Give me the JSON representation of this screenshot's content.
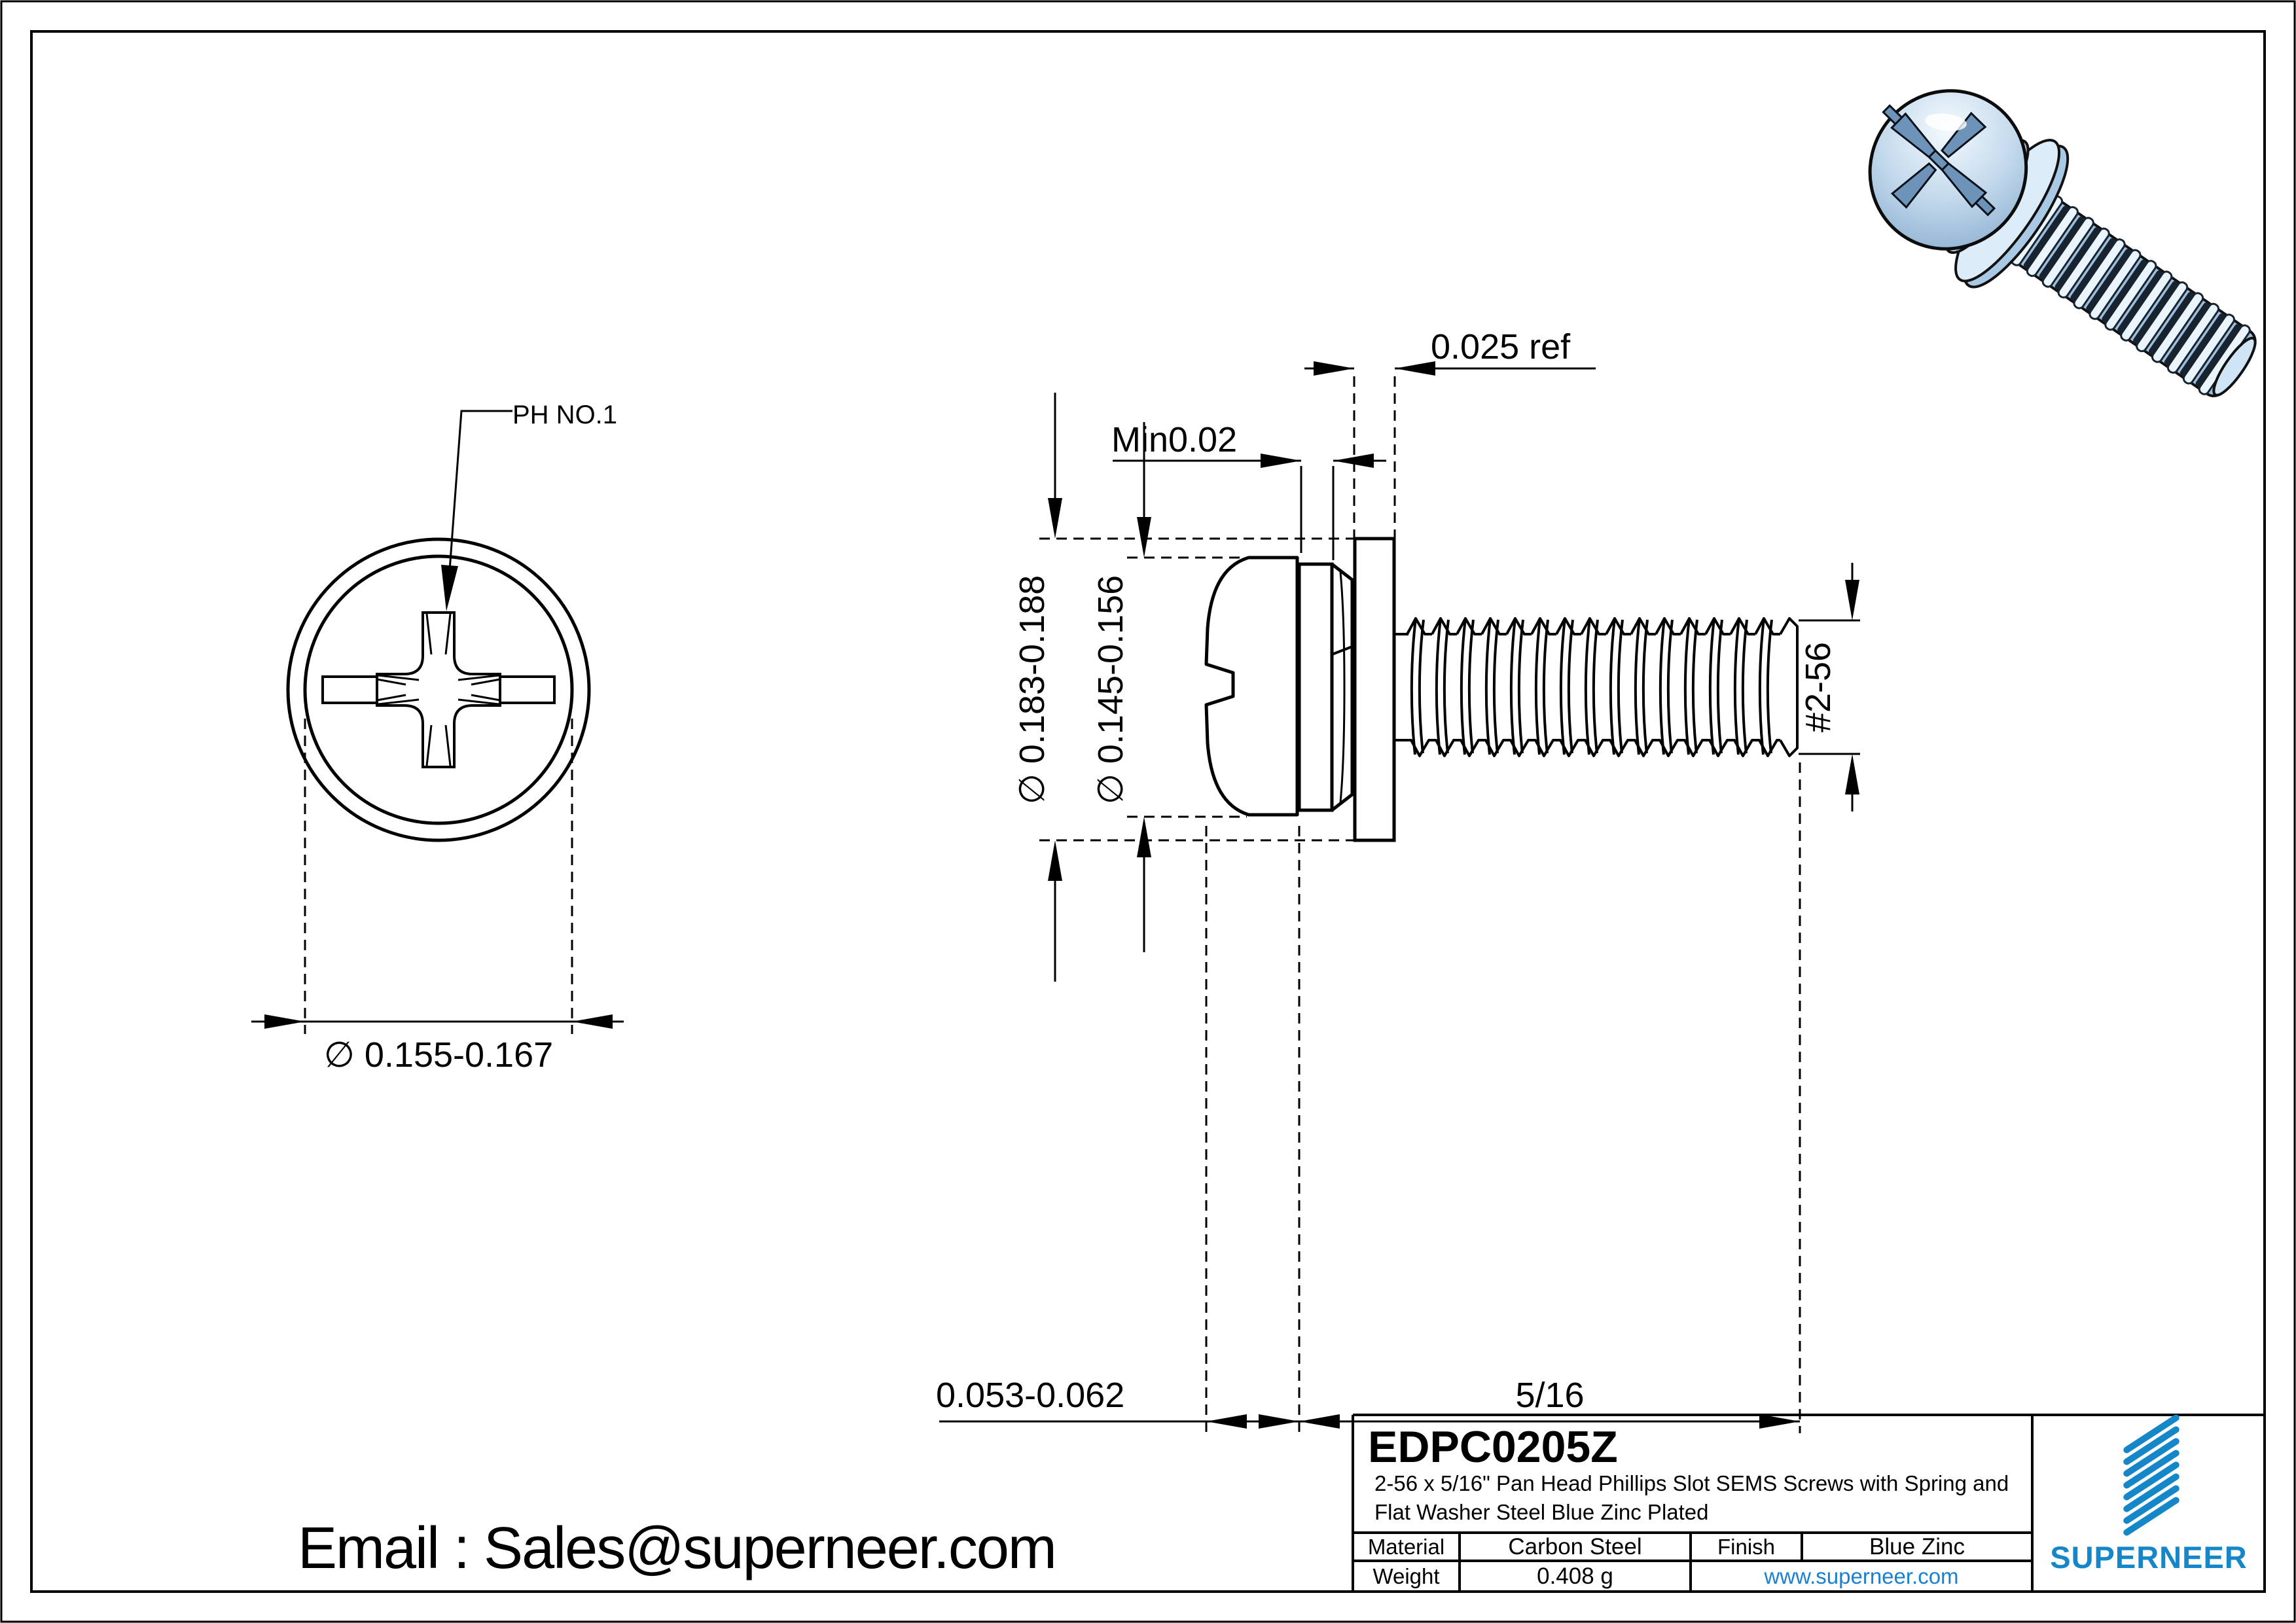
{
  "page": {
    "background": "#ffffff",
    "line_color": "#000000",
    "accent_blue": "#1587c9",
    "link_blue": "#1a80d2"
  },
  "front_view": {
    "callout": "PH NO.1",
    "head_diameter": "∅ 0.155-0.167"
  },
  "side_view": {
    "washer_thickness": "0.025 ref",
    "spring_clearance": "Min0.02",
    "washer_od": "∅ 0.183-0.188",
    "head_od": "∅ 0.145-0.156",
    "thread_size": "#2-56",
    "head_height": "0.053-0.062",
    "thread_length": "5/16"
  },
  "footer": {
    "email": "Email : Sales@superneer.com"
  },
  "title_block": {
    "part_number": "EDPC0205Z",
    "description_line1": "2-56 x 5/16\" Pan Head Phillips Slot SEMS Screws with Spring and",
    "description_line2": "Flat Washer Steel Blue Zinc Plated",
    "material_label": "Material",
    "material_value": "Carbon Steel",
    "finish_label": "Finish",
    "finish_value": "Blue Zinc",
    "weight_label": "Weight",
    "weight_value": "0.408 g",
    "website": "www.superneer.com",
    "brand": "SUPERNEER"
  }
}
